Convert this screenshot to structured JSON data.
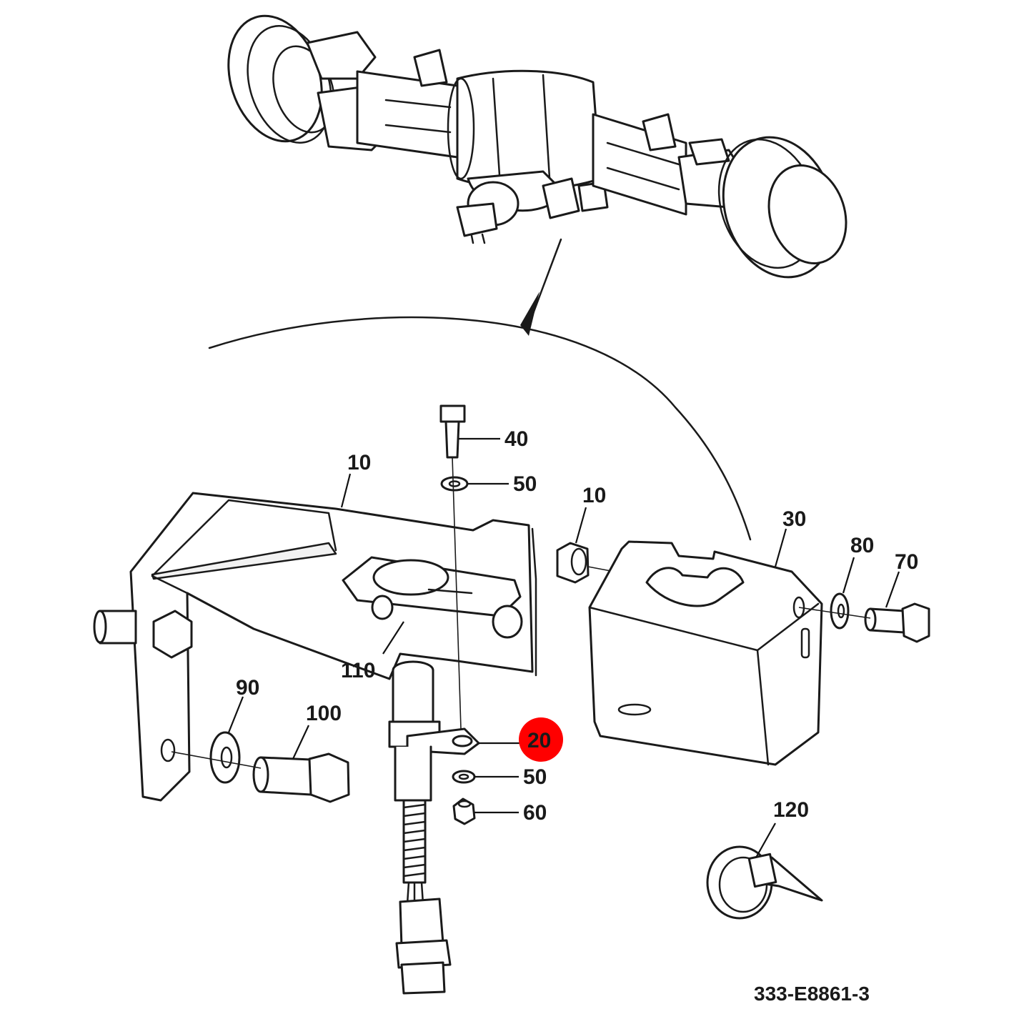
{
  "callouts": {
    "c10a": "10",
    "c10b": "10",
    "c20": "20",
    "c30": "30",
    "c40": "40",
    "c50a": "50",
    "c50b": "50",
    "c60": "60",
    "c70": "70",
    "c80": "80",
    "c90": "90",
    "c100": "100",
    "c110": "110",
    "c120": "120"
  },
  "highlight": {
    "item": "20",
    "color": "#ff0000"
  },
  "reference": "333-E8861-3"
}
